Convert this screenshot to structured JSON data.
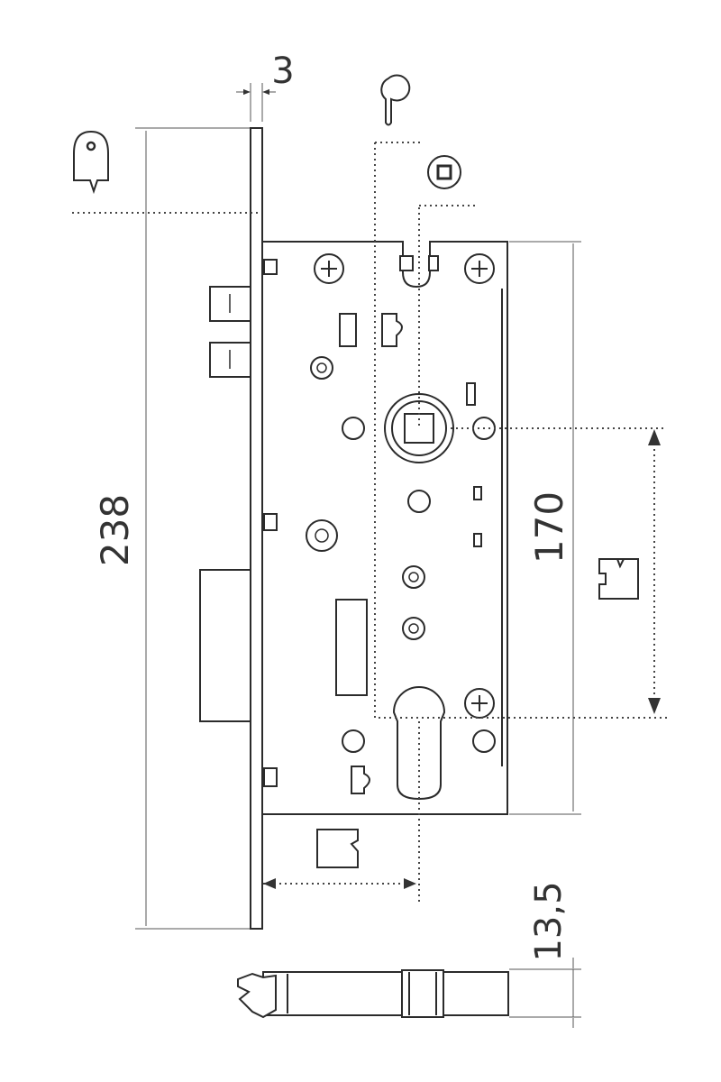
{
  "dimensions": {
    "plate_thickness": "3",
    "total_height": "238",
    "center_distance": "170",
    "depth": "13,5"
  },
  "symbols": {
    "latch": "latch-icon",
    "key": "keyhole-icon",
    "square": "square-spindle-icon",
    "profile": "cylinder-profile-icon",
    "backset": "backset-icon"
  },
  "colors": {
    "line": "#2b2b2b",
    "background": "#ffffff"
  }
}
